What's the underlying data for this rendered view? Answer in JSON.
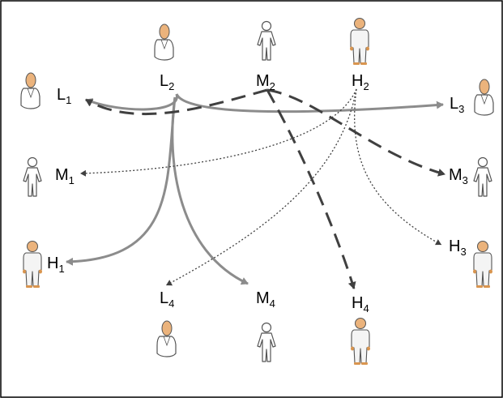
{
  "nodes": [
    {
      "id": "L1",
      "letter": "L",
      "index": "1",
      "tier": "low"
    },
    {
      "id": "L2",
      "letter": "L",
      "index": "2",
      "tier": "low"
    },
    {
      "id": "L3",
      "letter": "L",
      "index": "3",
      "tier": "low"
    },
    {
      "id": "L4",
      "letter": "L",
      "index": "4",
      "tier": "low"
    },
    {
      "id": "M1",
      "letter": "M",
      "index": "1",
      "tier": "medium"
    },
    {
      "id": "M2",
      "letter": "M",
      "index": "2",
      "tier": "medium"
    },
    {
      "id": "M3",
      "letter": "M",
      "index": "3",
      "tier": "medium"
    },
    {
      "id": "M4",
      "letter": "M",
      "index": "4",
      "tier": "medium"
    },
    {
      "id": "H1",
      "letter": "H",
      "index": "1",
      "tier": "high"
    },
    {
      "id": "H2",
      "letter": "H",
      "index": "2",
      "tier": "high"
    },
    {
      "id": "H3",
      "letter": "H",
      "index": "3",
      "tier": "high"
    },
    {
      "id": "H4",
      "letter": "H",
      "index": "4",
      "tier": "high"
    }
  ],
  "edges": [
    {
      "from": "L2",
      "to": "L1",
      "style": "solid-gray"
    },
    {
      "from": "L2",
      "to": "L3",
      "style": "solid-gray"
    },
    {
      "from": "L2",
      "to": "H1",
      "style": "solid-gray"
    },
    {
      "from": "L2",
      "to": "M4",
      "style": "solid-gray"
    },
    {
      "from": "M2",
      "to": "L1",
      "style": "long-dash"
    },
    {
      "from": "M2",
      "to": "M3",
      "style": "long-dash"
    },
    {
      "from": "M2",
      "to": "H4",
      "style": "long-dash"
    },
    {
      "from": "H2",
      "to": "M1",
      "style": "dotted"
    },
    {
      "from": "H2",
      "to": "L4",
      "style": "dotted"
    },
    {
      "from": "H2",
      "to": "H3",
      "style": "dotted"
    }
  ],
  "colors": {
    "skin": "#ebb37c",
    "skin_dark": "#d9954f",
    "outline": "#555555",
    "body_fill": "#ffffff",
    "body_shade": "#e8e8e8",
    "solid_edge": "#8c8c8c",
    "dash_edge": "#404040",
    "dotted_edge": "#404040",
    "border": "#000000"
  },
  "icons": {
    "low": "person-bust-icon",
    "medium": "person-outline-icon",
    "high": "person-standing-icon"
  }
}
